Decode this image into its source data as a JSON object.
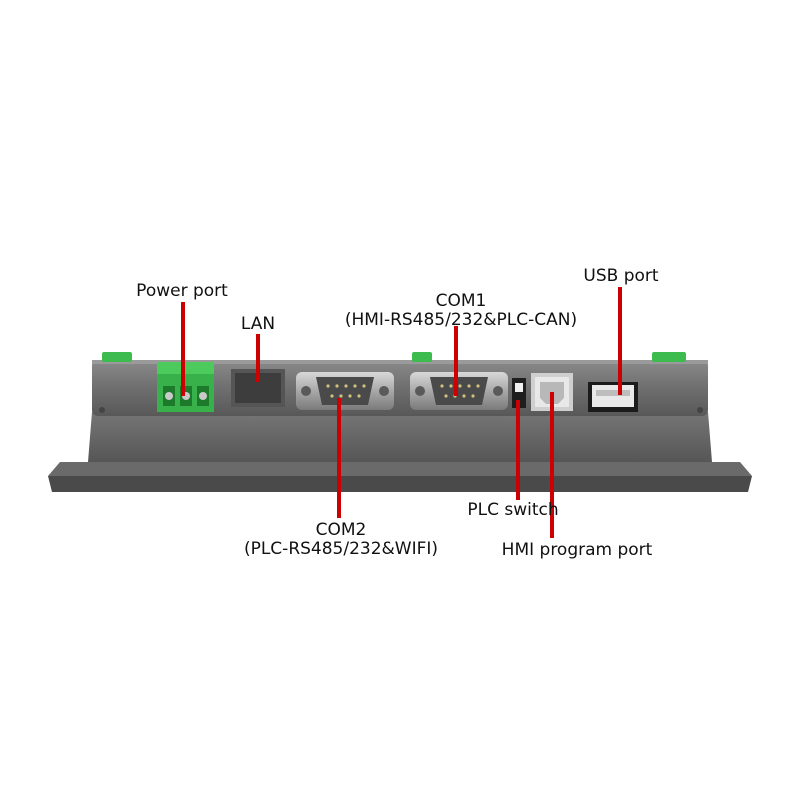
{
  "labels": {
    "power_port": "Power port",
    "lan": "LAN",
    "com1_title": "COM1",
    "com1_sub": "(HMI-RS485/232&PLC-CAN)",
    "usb_port": "USB port",
    "com2_title": "COM2",
    "com2_sub": "(PLC-RS485/232&WIFI)",
    "plc_switch": "PLC switch",
    "hmi_program_port": "HMI program port"
  },
  "colors": {
    "pointer": "#cc0000",
    "body_dark": "#5f5f5f",
    "body_mid": "#767676",
    "terminal_green": "#3dbb4e",
    "background": "#ffffff"
  }
}
